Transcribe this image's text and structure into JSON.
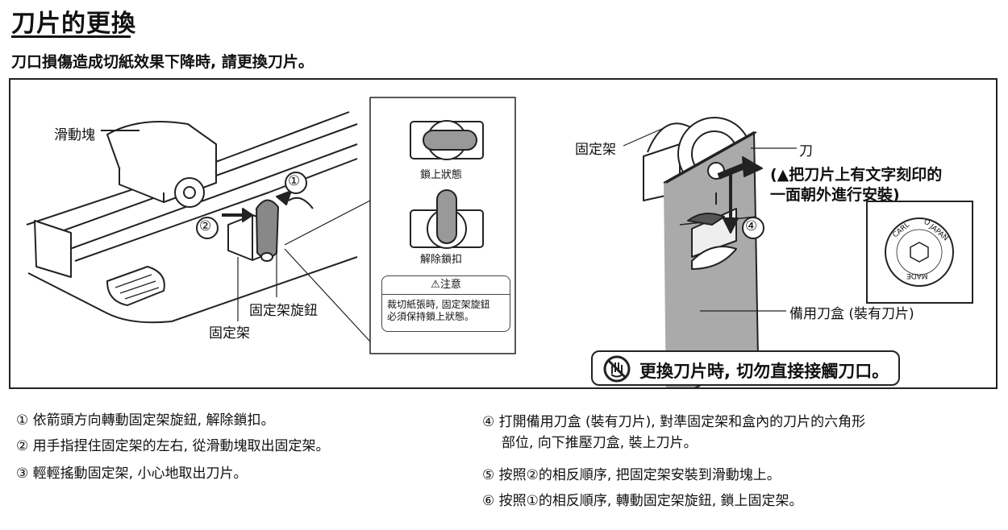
{
  "title": "刀片的更換",
  "subtitle": "刀口損傷造成切紙效果下降時, 請更換刀片。",
  "figure_left": {
    "slider_label": "滑動塊",
    "knob_label": "固定架旋鈕",
    "holder_label": "固定架",
    "step1_mark": "①",
    "step2_mark": "②"
  },
  "figure_middle": {
    "locked_label": "鎖上狀態",
    "unlocked_label": "解除鎖扣",
    "note_header": "⚠注意",
    "note_line1": "裁切紙張時, 固定架旋鈕",
    "note_line2": "必須保持鎖上狀態。"
  },
  "figure_right": {
    "holder_label": "固定架",
    "blade_label": "刀",
    "caution_line1": "(▲把刀片上有文字刻印的",
    "caution_line2": "一面朝外進行安裝)",
    "step4_mark": "④",
    "cartridge_label": "備用刀盒 (裝有刀片)",
    "badge_text": [
      "CARL",
      "O JAPAN",
      "MADE"
    ]
  },
  "warning": "更換刀片時, 切勿直接接觸刀口。",
  "steps_left": [
    "① 依箭頭方向轉動固定架旋鈕, 解除鎖扣。",
    "② 用手指捏住固定架的左右, 從滑動塊取出固定架。",
    "③ 輕輕搖動固定架, 小心地取出刀片。"
  ],
  "steps_right": [
    "④ 打開備用刀盒 (裝有刀片), 對準固定架和盒內的刀片的六角形",
    "部位, 向下推壓刀盒, 裝上刀片。",
    "⑤ 按照②的相反順序, 把固定架安裝到滑動塊上。",
    "⑥ 按照①的相反順序, 轉動固定架旋鈕, 鎖上固定架。"
  ]
}
